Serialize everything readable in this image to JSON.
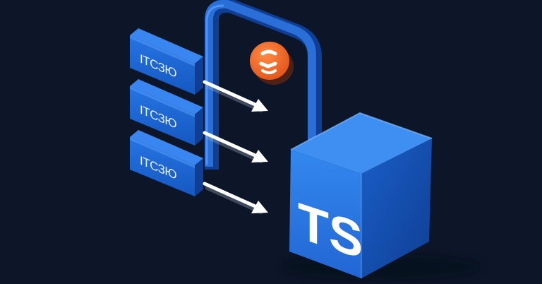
{
  "colors": {
    "background": "#0d1628",
    "tile_front": "#1d66d6",
    "tile_top": "#3a86f0",
    "tile_side": "#0f3f94",
    "cube_front": "#2b79e6",
    "cube_top": "#3f8ef2",
    "cube_side": "#1553b8",
    "frame": "#2a6fd8",
    "arrow": "#ffffff",
    "badge": "#f26422"
  },
  "tiles": [
    {
      "label": "IТСЗЮ",
      "icon": "module-tile"
    },
    {
      "label": "IТСЗЮ",
      "icon": "module-tile"
    },
    {
      "label": "IТСЗЮ",
      "icon": "module-tile"
    }
  ],
  "arrows": [
    {
      "icon": "arrow-right-icon"
    },
    {
      "icon": "arrow-right-icon"
    },
    {
      "icon": "arrow-right-icon"
    }
  ],
  "badge": {
    "icon": "bracket-badge-icon"
  },
  "cube": {
    "label": "TS",
    "icon": "typescript-cube"
  }
}
